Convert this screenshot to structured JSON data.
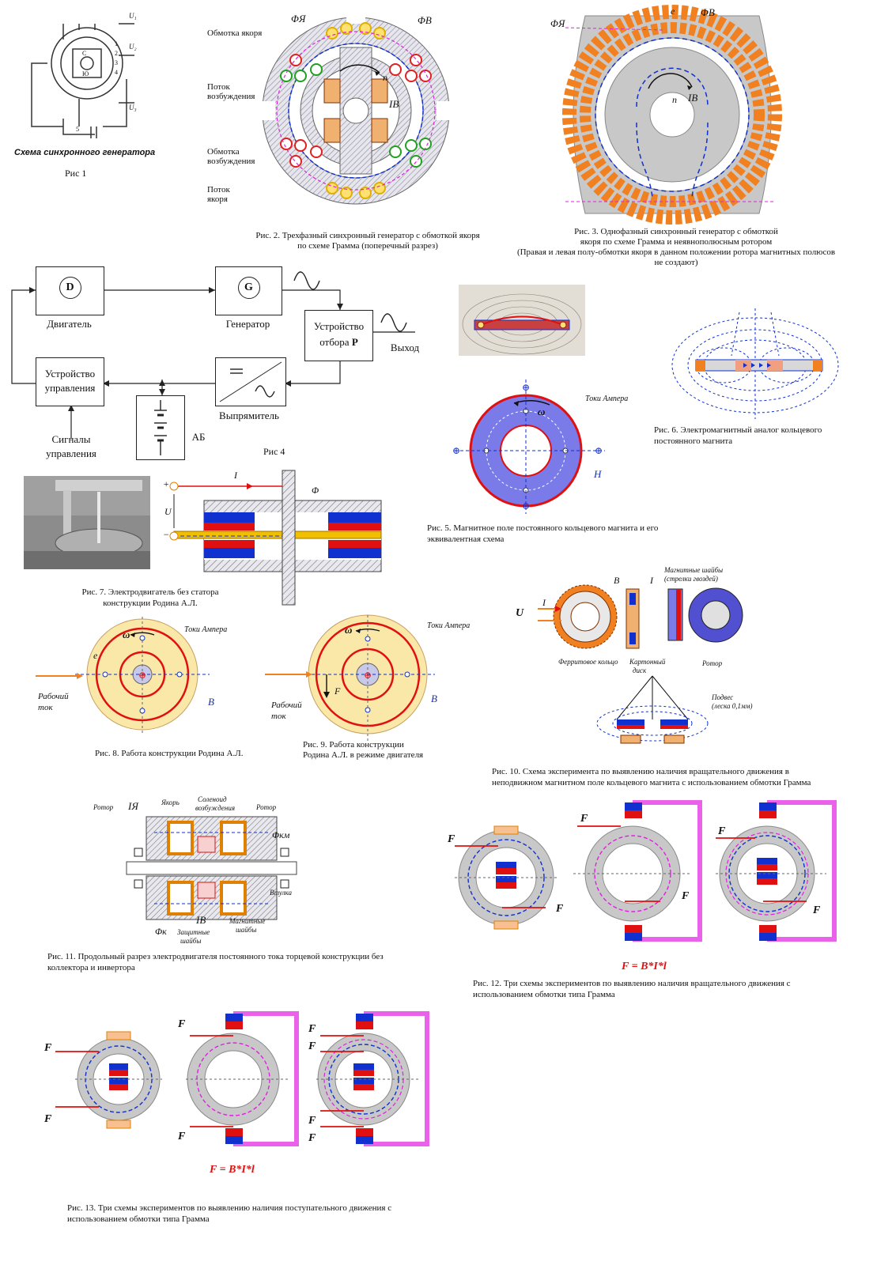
{
  "fig1": {
    "title": "Схема синхронного генератора",
    "caption": "Рис 1",
    "labels": [
      "U₁",
      "U₂",
      "U₃",
      "1",
      "2",
      "3",
      "4",
      "5",
      "C",
      "Ю"
    ]
  },
  "fig2": {
    "caption": "Рис. 2. Трехфазный синхронный генератор с обмоткой якоря по схеме Грамма (поперечный разрез)",
    "label_armature_winding": "Обмотка якоря",
    "label_excitation_flux": "Поток возбуждения",
    "label_excitation_winding": "Обмотка возбуждения",
    "label_armature_flux": "Поток якоря",
    "label_phi_a": "ΦЯ",
    "label_phi_b": "ΦB",
    "label_ib": "IB",
    "label_n": "n"
  },
  "fig3": {
    "caption_line1": "Рис. 3. Однофазный синхронный генератор с обмоткой",
    "caption_line2": "якоря по схеме Грамма и неявнополюсным ротором",
    "caption_line3": "(Правая и левая полу-обмотки якоря в данном положении ротора магнитных полюсов",
    "caption_line4": "не создают)",
    "label_phi_a": "ΦЯ",
    "label_phi_b": "ΦB",
    "label_e": "e",
    "label_n": "n",
    "label_ib": "IB"
  },
  "fig4": {
    "engine_symbol": "D",
    "engine_label": "Двигатель",
    "generator_symbol": "G",
    "generator_label": "Генератор",
    "takeoff_label_line1": "Устройство",
    "takeoff_label_line2": "отбора",
    "takeoff_symbol": "P",
    "output_label": "Выход",
    "control_label_line1": "Устройство",
    "control_label_line2": "управления",
    "rectifier_label": "Выпрямитель",
    "battery_label": "АБ",
    "signals_line1": "Сигналы",
    "signals_line2": "управления",
    "caption": "Рис 4"
  },
  "fig5": {
    "caption_line1": "Рис. 5. Магнитное поле постоянного кольцевого магнита и его",
    "caption_line2": "эквивалентная схема",
    "label_ampere": "Токи Ампера",
    "label_omega": "ω",
    "label_h": "H"
  },
  "fig6": {
    "caption_line1": "Рис. 6. Электромагнитный аналог кольцевого",
    "caption_line2": "постоянного магнита"
  },
  "fig7": {
    "caption_line1": "Рис. 7. Электродвигатель без статора",
    "caption_line2": "конструкции Родина А.Л.",
    "label_i": "I",
    "label_u": "U",
    "label_phi": "Φ"
  },
  "fig8": {
    "caption": "Рис. 8. Работа конструкции Родина А.Л.",
    "label_ampere": "Токи Ампера",
    "label_work_current_1": "Рабочий",
    "label_work_current_2": "ток",
    "label_b": "B",
    "label_omega": "ω",
    "label_e": "e"
  },
  "fig9": {
    "caption_line1": "Рис. 9. Работа конструкции",
    "caption_line2": "Родина А.Л. в режиме двигателя",
    "label_ampere": "Токи Ампера",
    "label_work_current_1": "Рабочий",
    "label_work_current_2": "ток",
    "label_b": "B",
    "label_f": "F",
    "label_omega": "ω"
  },
  "fig10": {
    "caption_line1": "Рис. 10. Схема эксперимента по выявлению наличия вращательного движения в",
    "caption_line2": "неподвижном магнитном поле кольцевого магнита с использованием обмотки Грамма",
    "label_u": "U",
    "label_i": "I",
    "label_b": "B",
    "label_i2": "I",
    "label_magnet_washers_1": "Магнитные шайбы",
    "label_magnet_washers_2": "(стрелки гвоздей)",
    "label_ferrite": "Ферритовое кольцо",
    "label_cardboard_1": "Картонный",
    "label_cardboard_2": "диск",
    "label_rotor": "Ротор",
    "label_suspension_1": "Подвес",
    "label_suspension_2": "(леска 0,1мм)"
  },
  "fig11": {
    "caption_line1": "Рис. 11. Продольный разрез электродвигателя постоянного тока торцевой конструкции без",
    "caption_line2": "коллектора и инвертора",
    "label_rotor_left": "Ротор",
    "label_ia": "IЯ",
    "label_armature": "Якорь",
    "label_solenoid_1": "Соленоид",
    "label_solenoid_2": "возбуждения",
    "label_rotor_right": "Ротор",
    "label_phi_km": "Φкм",
    "label_sleeve": "Втулка",
    "label_phi_k": "Φк",
    "label_ib": "IB",
    "label_protect_1": "Защитные",
    "label_protect_2": "шайбы",
    "label_magnet_1": "Магнитные",
    "label_magnet_2": "шайбы"
  },
  "fig12": {
    "caption_line1": "Рис. 12. Три схемы экспериментов по выявлению наличия вращательного движения с",
    "caption_line2": "использованием обмотки типа Грамма",
    "formula": "F = B*I*l",
    "label_f": "F"
  },
  "fig13": {
    "caption_line1": "Рис. 13. Три схемы экспериментов по выявлению наличия поступательного движения с",
    "caption_line2": "использованием обмотки типа Грамма",
    "formula": "F = B*I*l",
    "label_f": "F"
  },
  "colors": {
    "red": "#e01010",
    "blue": "#1030d0",
    "magenta": "#e020e0",
    "orange": "#f08020",
    "yellow_disk": "#fae8a8",
    "ring_purple": "#7a7ae8",
    "grey_ring": "#c8c8c8"
  }
}
